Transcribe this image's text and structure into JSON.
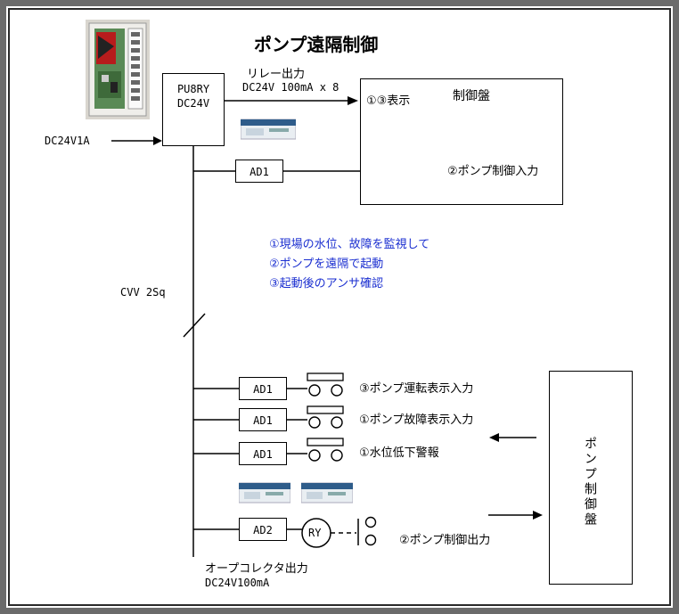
{
  "title": "ポンプ遠隔制御",
  "unit": {
    "model": "PU8RY",
    "voltage": "DC24V"
  },
  "power_input": "DC24V1A",
  "relay_output": {
    "line1": "リレー出力",
    "line2": "DC24V 100mA x 8"
  },
  "control_panel_top": {
    "label": "制御盤",
    "display": "①③表示",
    "control_input": "②ポンプ制御入力"
  },
  "ad_top": "AD1",
  "cable": "CVV 2Sq",
  "notes": [
    "①現場の水位、故障を監視して",
    "②ポンプを遠隔で起動",
    "③起動後のアンサ確認"
  ],
  "inputs": [
    {
      "ad": "AD1",
      "label": "③ポンプ運転表示入力"
    },
    {
      "ad": "AD1",
      "label": "①ポンプ故障表示入力"
    },
    {
      "ad": "AD1",
      "label": "①水位低下警報"
    }
  ],
  "output": {
    "ad": "AD2",
    "relay": "RY",
    "label": "②ポンプ制御出力"
  },
  "open_collector": {
    "line1": "オープコレクタ出力",
    "line2": "DC24V100mA"
  },
  "pump_panel": "ポンプ制御盤",
  "colors": {
    "notes": "#1a2ed0",
    "frame": "#6b6b6b"
  }
}
